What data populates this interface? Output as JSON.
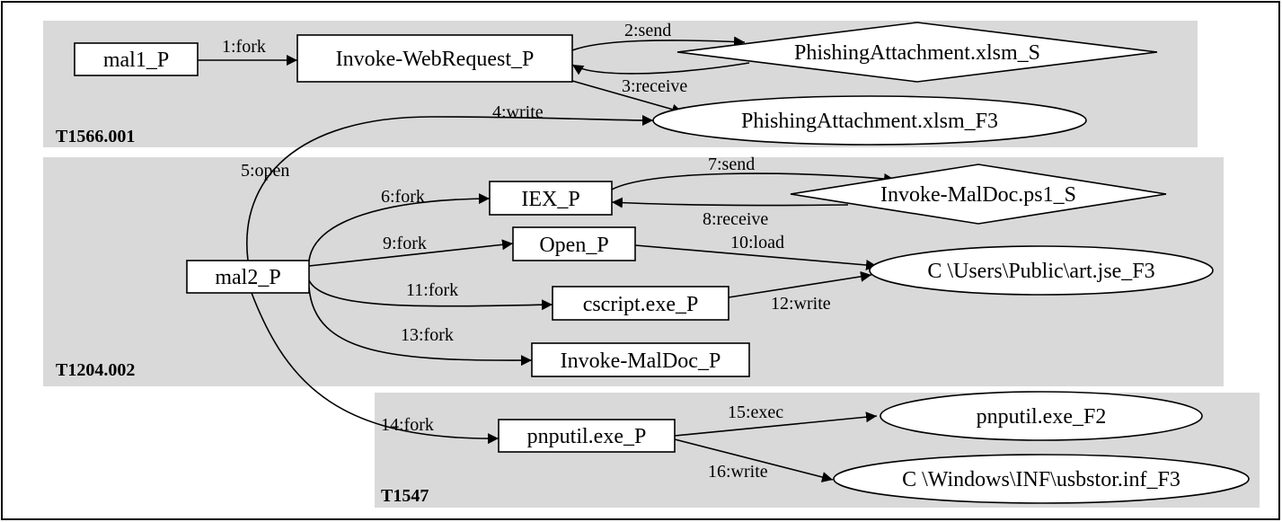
{
  "clusters": [
    {
      "id": "c1",
      "label": "T1566.001"
    },
    {
      "id": "c2",
      "label": "T1204.002"
    },
    {
      "id": "c3",
      "label": "T1547"
    }
  ],
  "nodes": [
    {
      "id": "mal1",
      "label": "mal1_P",
      "shape": "box"
    },
    {
      "id": "iwr",
      "label": "Invoke-WebRequest_P",
      "shape": "box"
    },
    {
      "id": "phs",
      "label": "PhishingAttachment.xlsm_S",
      "shape": "diamond"
    },
    {
      "id": "phf",
      "label": "PhishingAttachment.xlsm_F3",
      "shape": "ellipse"
    },
    {
      "id": "mal2",
      "label": "mal2_P",
      "shape": "box"
    },
    {
      "id": "iex",
      "label": "IEX_P",
      "shape": "box"
    },
    {
      "id": "imds",
      "label": "Invoke-MalDoc.ps1_S",
      "shape": "diamond"
    },
    {
      "id": "open",
      "label": "Open_P",
      "shape": "box"
    },
    {
      "id": "artjse",
      "label": "C \\Users\\Public\\art.jse_F3",
      "shape": "ellipse"
    },
    {
      "id": "cscript",
      "label": "cscript.exe_P",
      "shape": "box"
    },
    {
      "id": "imdp",
      "label": "Invoke-MalDoc_P",
      "shape": "box"
    },
    {
      "id": "pnp",
      "label": "pnputil.exe_P",
      "shape": "box"
    },
    {
      "id": "pnpf2",
      "label": "pnputil.exe_F2",
      "shape": "ellipse"
    },
    {
      "id": "usbstor",
      "label": "C \\Windows\\INF\\usbstor.inf_F3",
      "shape": "ellipse"
    }
  ],
  "edges": [
    {
      "id": "e1",
      "from": "mal1",
      "to": "iwr",
      "label": "1:fork"
    },
    {
      "id": "e2",
      "from": "iwr",
      "to": "phs",
      "label": "2:send"
    },
    {
      "id": "e3",
      "from": "phs",
      "to": "iwr",
      "label": "3:receive"
    },
    {
      "id": "e3b",
      "from": "iwr",
      "to": "phf",
      "label": ""
    },
    {
      "id": "e4",
      "from": "mal2",
      "to": "phf",
      "label": "4:write"
    },
    {
      "id": "e5",
      "from": "mal2",
      "to": "phf",
      "label": "5:open"
    },
    {
      "id": "e6",
      "from": "mal2",
      "to": "iex",
      "label": "6:fork"
    },
    {
      "id": "e7",
      "from": "iex",
      "to": "imds",
      "label": "7:send"
    },
    {
      "id": "e8",
      "from": "imds",
      "to": "iex",
      "label": "8:receive"
    },
    {
      "id": "e9",
      "from": "mal2",
      "to": "open",
      "label": "9:fork"
    },
    {
      "id": "e10",
      "from": "open",
      "to": "artjse",
      "label": "10:load"
    },
    {
      "id": "e11",
      "from": "mal2",
      "to": "cscript",
      "label": "11:fork"
    },
    {
      "id": "e12",
      "from": "cscript",
      "to": "artjse",
      "label": "12:write"
    },
    {
      "id": "e13",
      "from": "mal2",
      "to": "imdp",
      "label": "13:fork"
    },
    {
      "id": "e14",
      "from": "mal2",
      "to": "pnp",
      "label": "14:fork"
    },
    {
      "id": "e15",
      "from": "pnp",
      "to": "pnpf2",
      "label": "15:exec"
    },
    {
      "id": "e16",
      "from": "pnp",
      "to": "usbstor",
      "label": "16:write"
    }
  ]
}
